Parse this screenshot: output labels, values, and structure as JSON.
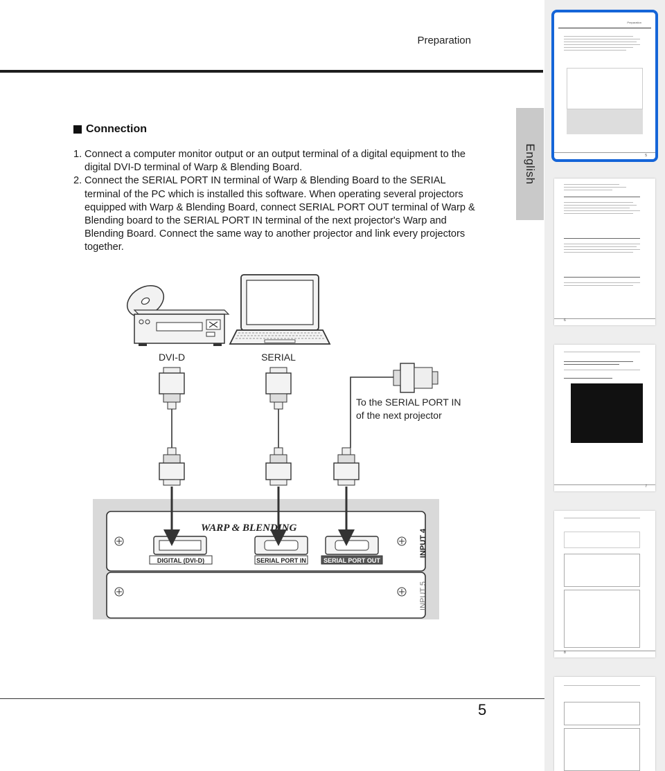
{
  "document": {
    "section_header": "Preparation",
    "language_tab": "English",
    "heading": "Connection",
    "steps": [
      {
        "num": "1.",
        "text": "Connect a computer monitor output or an output terminal of a digital equipment to the digital DVI-D terminal of Warp & Blending Board."
      },
      {
        "num": "2.",
        "text": "Connect the SERIAL PORT IN terminal of Warp & Blending Board to the SERIAL terminal of the PC which is installed this software. When operating several projectors equipped with Warp & Blending Board, connect SERIAL PORT OUT terminal of Warp & Blending board to the SERIAL PORT IN terminal of the next projector's Warp and Blending Board. Connect the same way to another projector and link every projectors together."
      }
    ],
    "page_number": "5"
  },
  "diagram": {
    "dvi_label": "DVI-D",
    "serial_label": "SERIAL",
    "next_label_line1": "To the SERIAL PORT IN",
    "next_label_line2": "of the next projector",
    "board_title": "WARP & BLENDING",
    "port_digital": "DIGITAL (DVI-D)",
    "port_serial_in": "SERIAL PORT IN",
    "port_serial_out": "SERIAL PORT OUT",
    "input4": "INPUT 4",
    "input5": "INPUT 5"
  },
  "thumbnails": {
    "active_index": 0,
    "pages": [
      {
        "label": "Preparation",
        "page": "5"
      },
      {
        "label": "",
        "page": "6"
      },
      {
        "label": "",
        "page": "7"
      },
      {
        "label": "",
        "page": "8"
      },
      {
        "label": "",
        "page": ""
      }
    ]
  },
  "colors": {
    "accent": "#1565d8",
    "rule": "#1d1d1d",
    "tab": "#c9c9c9"
  }
}
